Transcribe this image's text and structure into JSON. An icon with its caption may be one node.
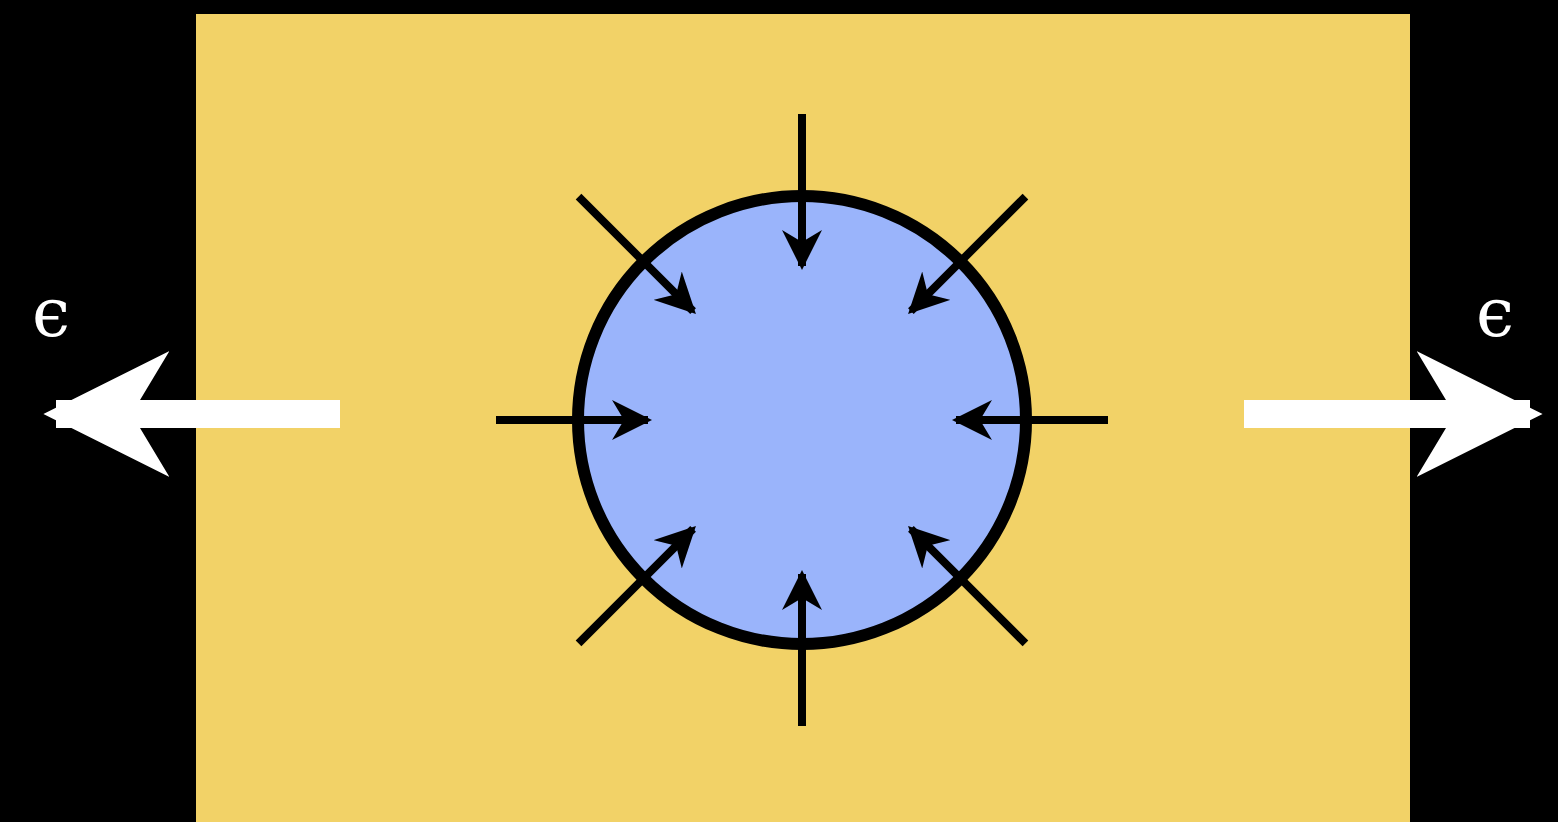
{
  "diagram": {
    "nodes": [
      {
        "text": [],
        "shape": "box"
      },
      {
        "text": [],
        "shape": "circle",
        "in": 0
      }
    ],
    "labels": [
      "ϵ",
      "ϵ"
    ]
  }
}
